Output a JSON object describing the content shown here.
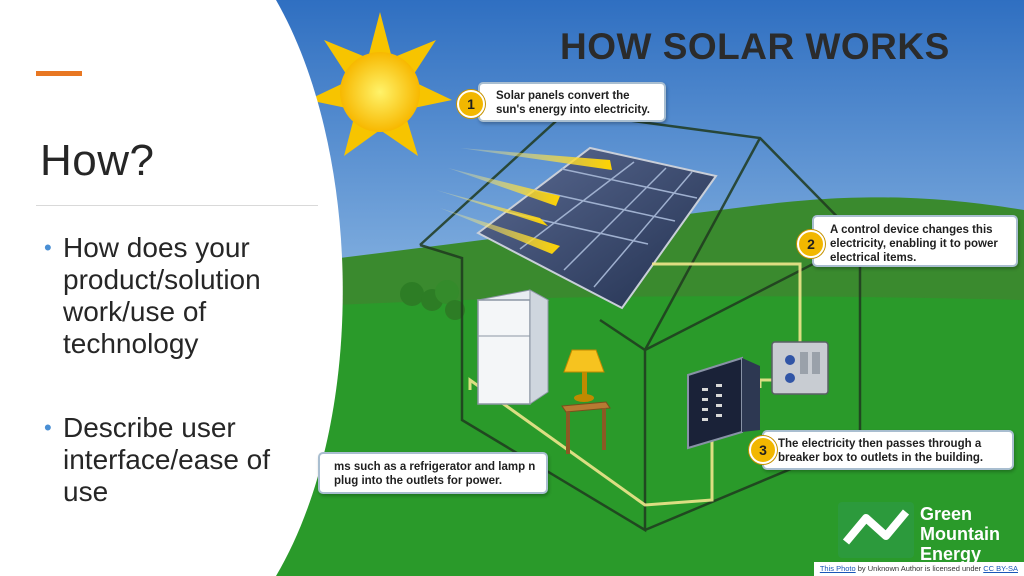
{
  "slide": {
    "title": "How?",
    "accent_color": "#e87722",
    "bullets": [
      "How does your product/solution work/use of technology",
      "Describe user interface/ease of use"
    ]
  },
  "illustration": {
    "heading": "HOW SOLAR WORKS",
    "callouts": [
      {
        "number": "1",
        "text": "Solar panels convert the sun's energy into electricity."
      },
      {
        "number": "2",
        "text": "A control device changes this electricity, enabling it to power electrical items."
      },
      {
        "number": "3",
        "text": "The electricity then passes through a breaker box to outlets in the building."
      },
      {
        "number": "",
        "text": "ms such as a refrigerator and lamp n plug into the outlets for power."
      }
    ],
    "brand": {
      "line1": "Green",
      "line2": "Mountain",
      "line3": "Energy"
    }
  },
  "credit": {
    "link_text": "This Photo",
    "middle_text": " by Unknown Author is licensed under ",
    "license_text": "CC BY-SA"
  }
}
